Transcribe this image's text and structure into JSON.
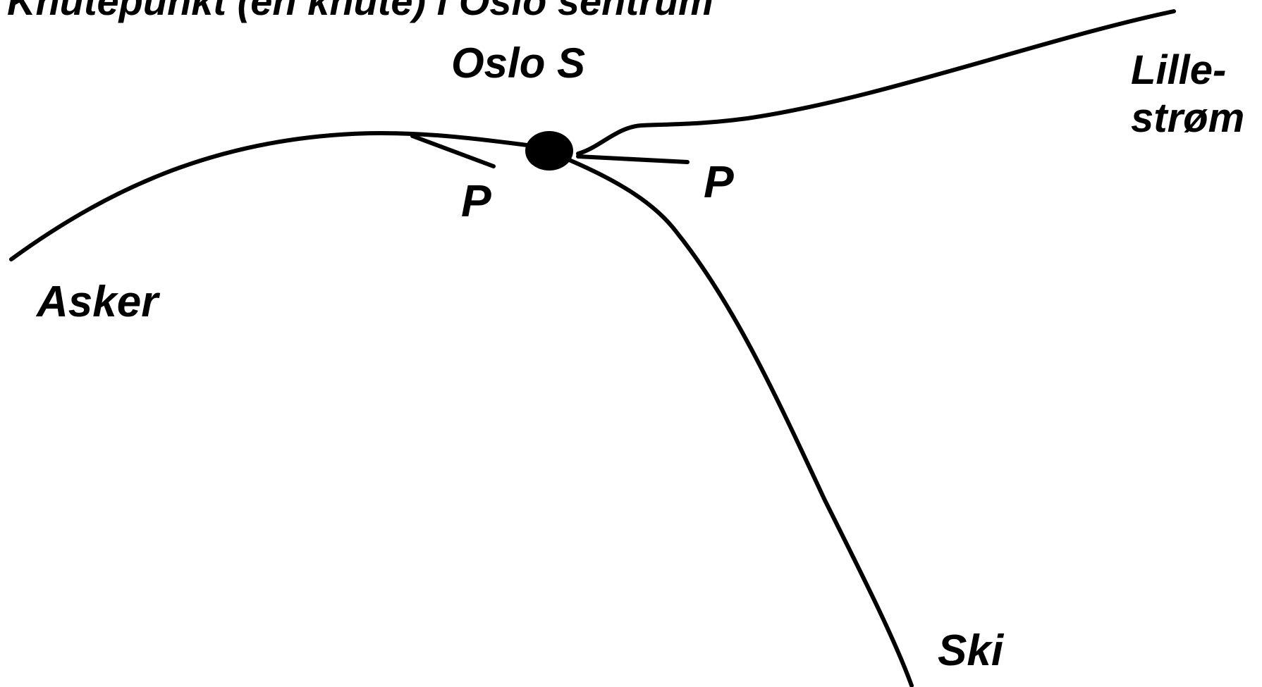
{
  "title": "Knutepunkt (en knute) i Oslo sentrum",
  "station": {
    "name": "Oslo S"
  },
  "destinations": {
    "asker": "Asker",
    "lillestrom": [
      "Lille-",
      "strøm"
    ],
    "ski": "Ski"
  },
  "platforms": {
    "west": "P",
    "east": "P"
  },
  "colors": {
    "line": "#000000",
    "node": "#000000",
    "background": "#ffffff"
  }
}
